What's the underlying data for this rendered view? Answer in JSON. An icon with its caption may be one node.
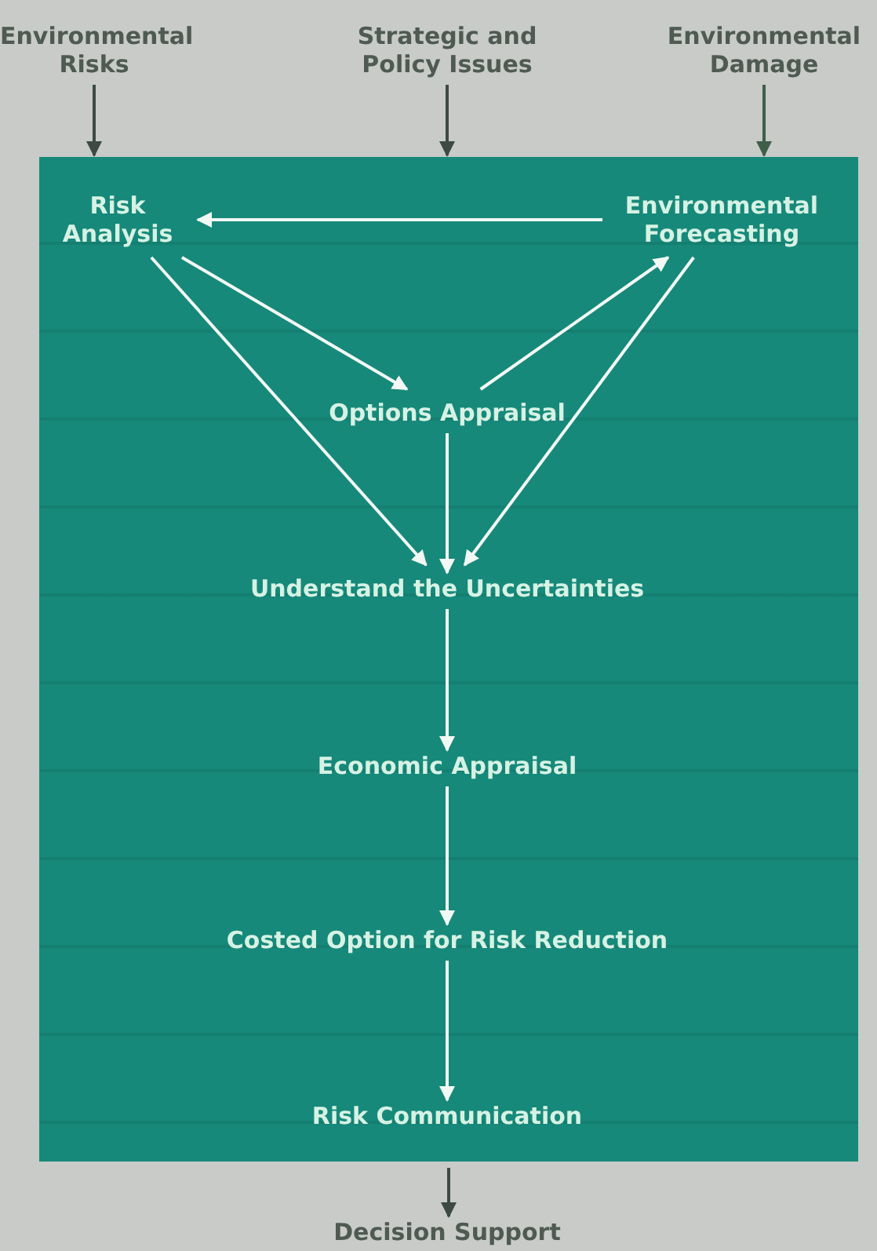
{
  "diagram": {
    "nodes": [
      {
        "text": [
          "Environmental Risks"
        ]
      },
      {
        "text": [
          "Strategic and Policy Issues"
        ]
      },
      {
        "text": [
          "Environmental Damage"
        ]
      },
      {
        "text": [],
        "shape": "box"
      },
      {
        "text": [
          "Risk Analysis"
        ],
        "in": 3
      },
      {
        "text": [
          "Environmental Forecasting"
        ],
        "in": 3
      },
      {
        "text": [
          "Options Appraisal"
        ],
        "in": 3
      },
      {
        "text": [
          "Understand the Uncertainties"
        ],
        "in": 3
      },
      {
        "text": [
          "Economic Appraisal"
        ],
        "in": 3
      },
      {
        "text": [
          "Costed Option for Risk Reduction"
        ],
        "in": 3
      },
      {
        "text": [
          "Risk Communication"
        ],
        "in": 3
      },
      {
        "text": [
          "Decision Support"
        ]
      }
    ],
    "edges": [
      {
        "from": 0,
        "to": 3,
        "arrow": "to",
        "color": "#3d4a43"
      },
      {
        "from": 1,
        "to": 3,
        "arrow": "to",
        "color": "#3d4a43"
      },
      {
        "from": 2,
        "to": 3,
        "arrow": "to",
        "color": "#3f5e48"
      },
      {
        "from": 5,
        "to": 4,
        "arrow": "to"
      },
      {
        "from": 4,
        "to": 6,
        "arrow": "to"
      },
      {
        "from": 6,
        "to": 5,
        "arrow": "to"
      },
      {
        "from": 4,
        "to": 7,
        "arrow": "to"
      },
      {
        "from": 6,
        "to": 7,
        "arrow": "to"
      },
      {
        "from": 5,
        "to": 7,
        "arrow": "to"
      },
      {
        "from": 7,
        "to": 8,
        "arrow": "to"
      },
      {
        "from": 8,
        "to": 9,
        "arrow": "to"
      },
      {
        "from": 9,
        "to": 10,
        "arrow": "to"
      },
      {
        "from": 3,
        "to": 11,
        "arrow": "to",
        "color": "#3d4a43"
      }
    ]
  }
}
